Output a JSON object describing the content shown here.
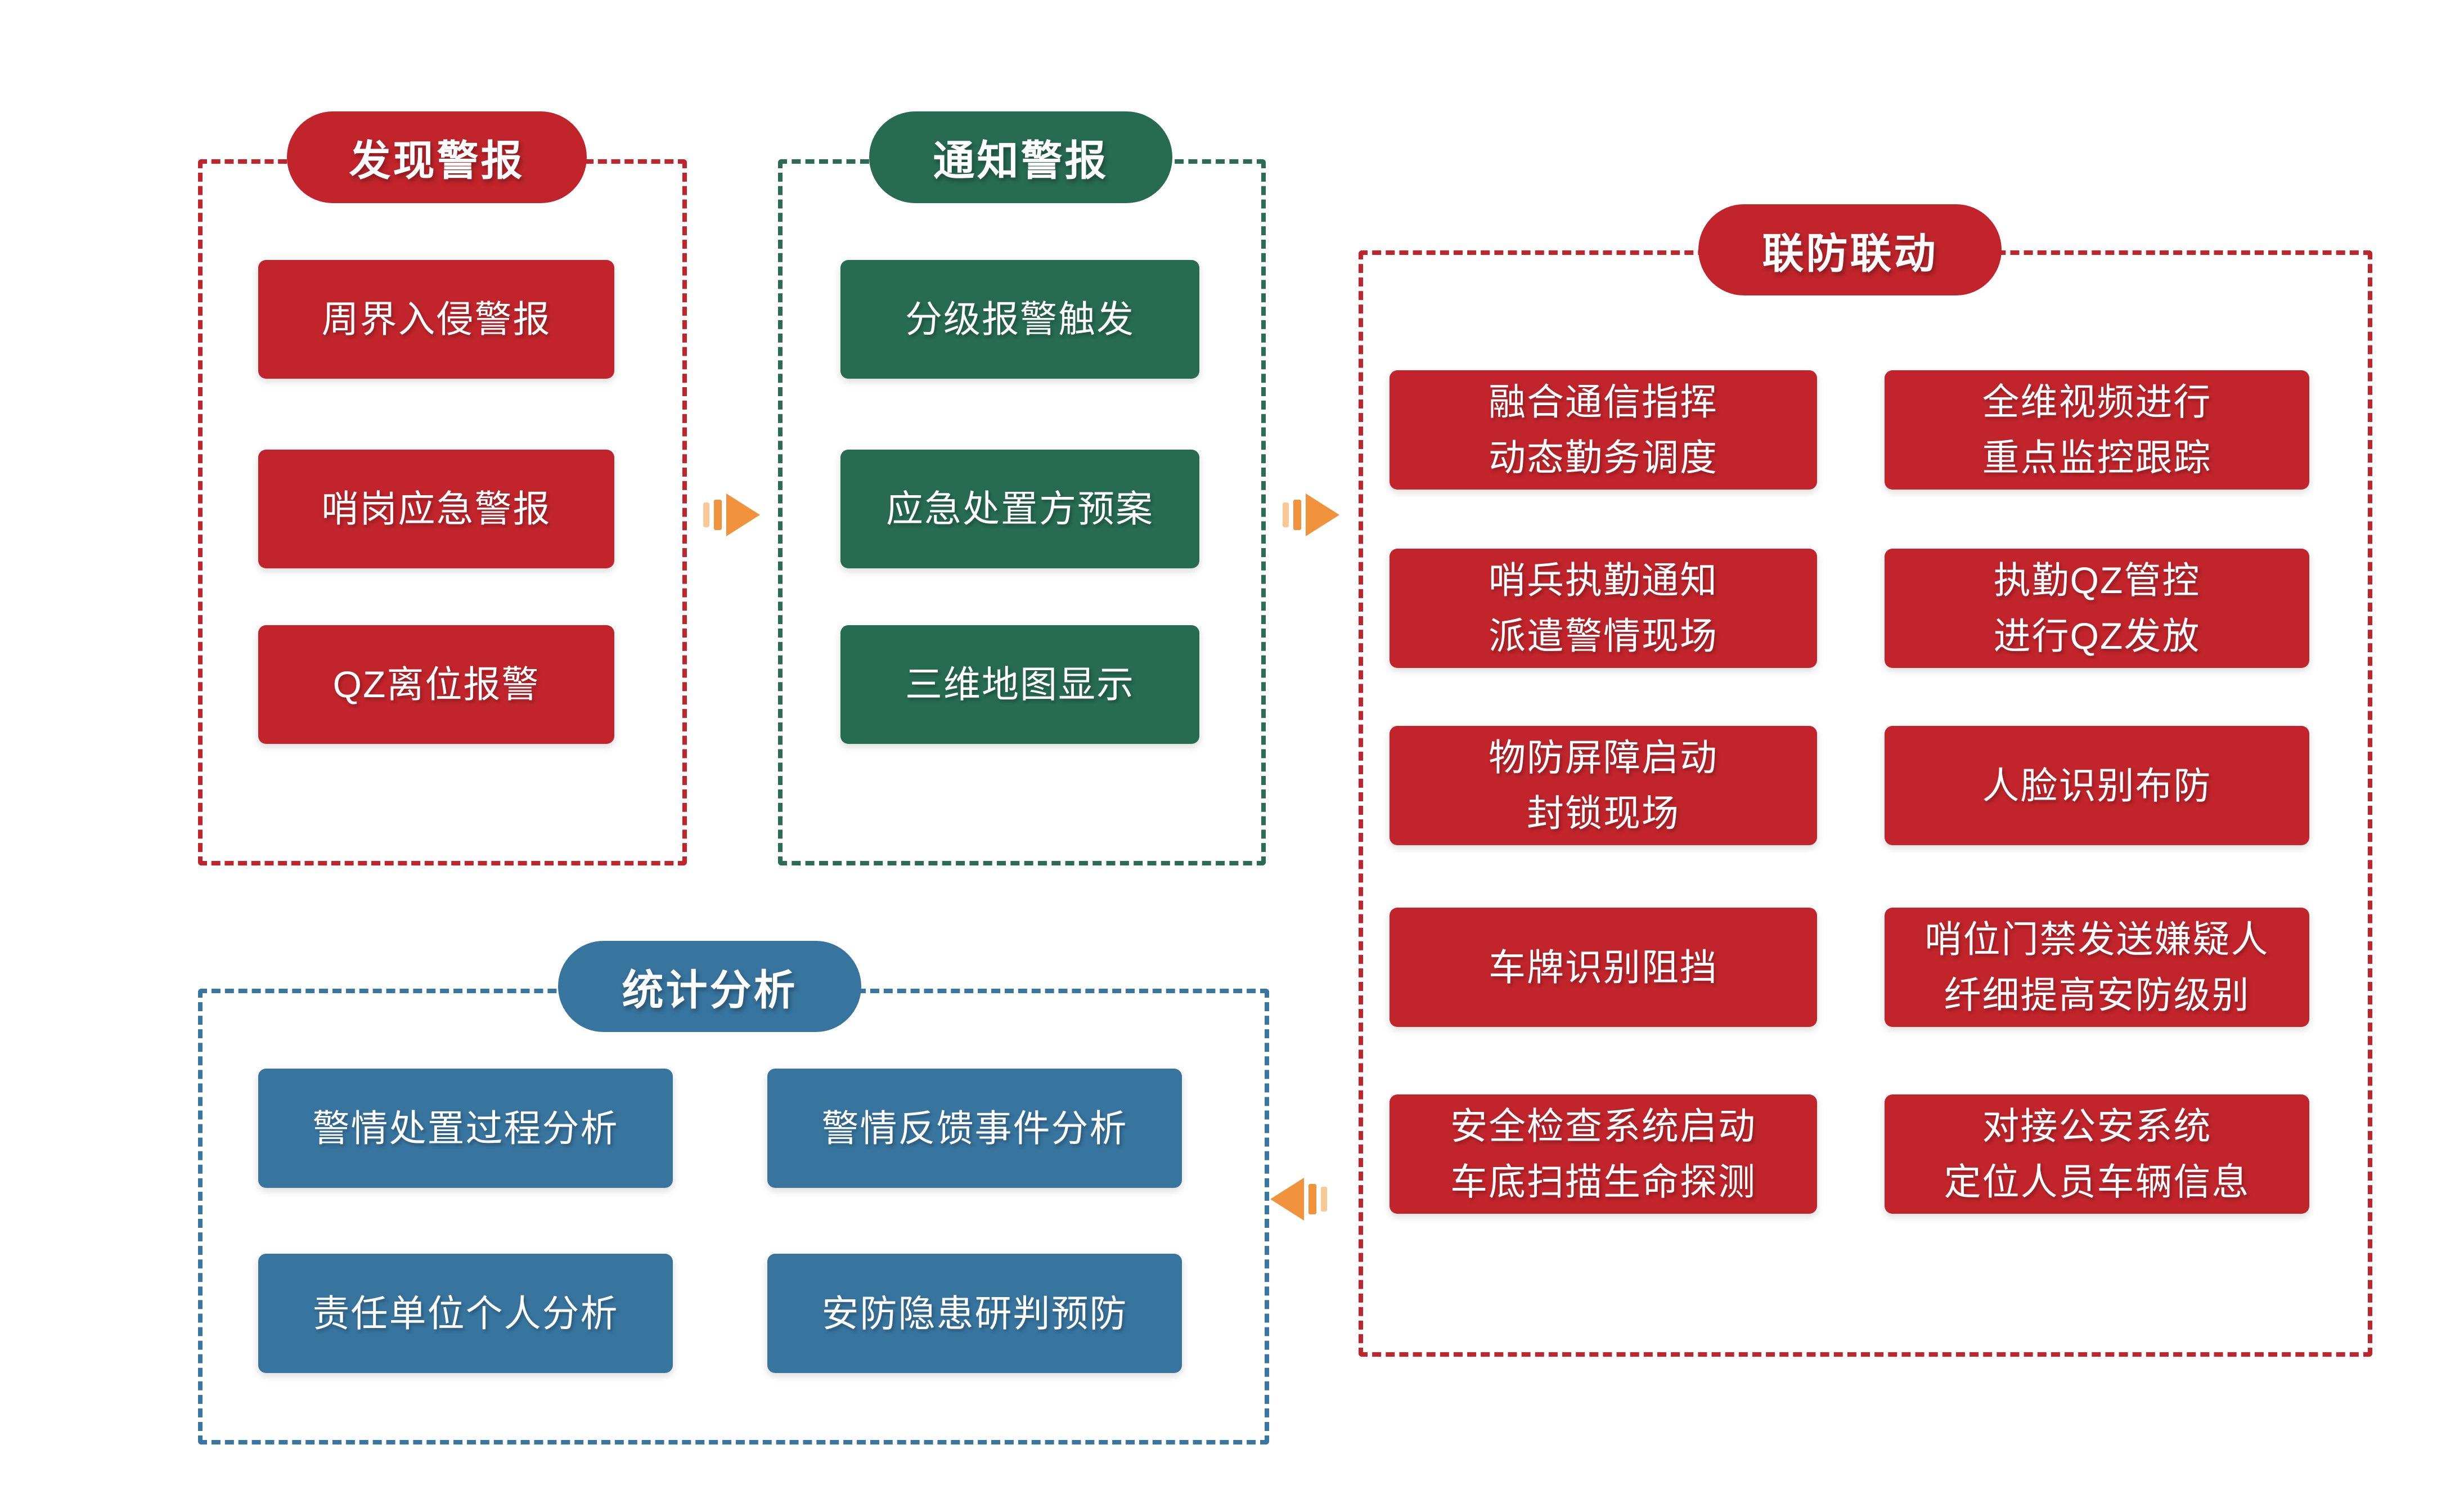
{
  "diagram": {
    "sections": {
      "discover": {
        "title": "发现警报",
        "items": [
          "周界入侵警报",
          "哨岗应急警报",
          "QZ离位报警"
        ]
      },
      "notify": {
        "title": "通知警报",
        "items": [
          "分级报警触发",
          "应急处置方预案",
          "三维地图显示"
        ]
      },
      "linkage": {
        "title": "联防联动",
        "left_items": [
          "融合通信指挥\n动态勤务调度",
          "哨兵执勤通知\n派遣警情现场",
          "物防屏障启动\n封锁现场",
          "车牌识别阻挡",
          "安全检查系统启动\n车底扫描生命探测"
        ],
        "right_items": [
          "全维视频进行\n重点监控跟踪",
          "执勤QZ管控\n进行QZ发放",
          "人脸识别布防",
          "哨位门禁发送嫌疑人\n纤细提高安防级别",
          "对接公安系统\n定位人员车辆信息"
        ]
      },
      "stats": {
        "title": "统计分析",
        "items": [
          "警情处置过程分析",
          "警情反馈事件分析",
          "责任单位个人分析",
          "安防隐患研判预防"
        ]
      }
    },
    "icons": {
      "flow_arrow_right": "double-chevron-right-arrow",
      "flow_arrow_left": "double-chevron-left-arrow"
    },
    "colors": {
      "red": "#C1242B",
      "green": "#266B52",
      "green_border": "#2E6B57",
      "blue": "#37749E",
      "blue_border": "#3876A3",
      "arrow_orange": "#F0933C",
      "arrow_orange_light": "#F9C894",
      "text": "#FFFFFF",
      "background": "#FFFFFF"
    }
  }
}
